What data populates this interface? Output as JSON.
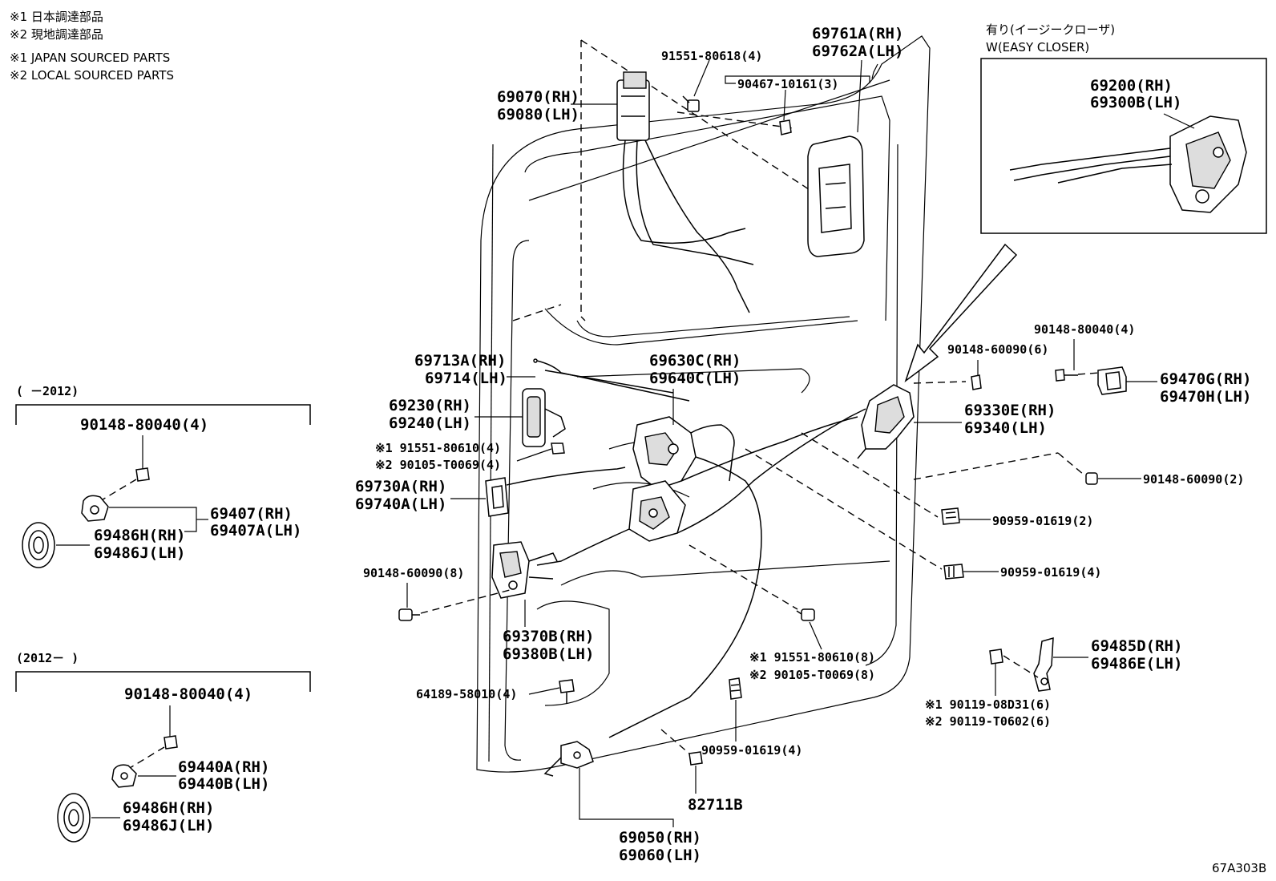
{
  "notes": {
    "jp1": "※1  日本調達部品",
    "jp2": "※2  現地調達部品",
    "en1": "※1  JAPAN SOURCED PARTS",
    "en2": "※2  LOCAL SOURCED PARTS"
  },
  "inset": {
    "title_jp": "有り(イージークローザ)",
    "title_en": "W(EASY CLOSER)",
    "part_rh": "69200(RH)",
    "part_lh": "69300B(LH)"
  },
  "group_pre2012": {
    "range": "(      －2012)",
    "bolt": "90148-80040(4)",
    "assy_rh": "69407(RH)",
    "assy_lh": "69407A(LH)",
    "cover_rh": "69486H(RH)",
    "cover_lh": "69486J(LH)"
  },
  "group_post2012": {
    "range": "(2012－      )",
    "bolt": "90148-80040(4)",
    "assy_rh": "69440A(RH)",
    "assy_lh": "69440B(LH)",
    "cover_rh": "69486H(RH)",
    "cover_lh": "69486J(LH)"
  },
  "labels": {
    "p91551_80618": "91551-80618(4)",
    "p90467_10161": "90467-10161(3)",
    "p69761_rh": "69761A(RH)",
    "p69762_lh": "69762A(LH)",
    "p69070_rh": "69070(RH)",
    "p69080_lh": "69080(LH)",
    "p69713_rh": "69713A(RH)",
    "p69714_lh": "69714(LH)",
    "p69630_rh": "69630C(RH)",
    "p69640_lh": "69640C(LH)",
    "p69230_rh": "69230(RH)",
    "p69240_lh": "69240(LH)",
    "p91551_80610_a": "※1 91551-80610(4)",
    "p90105_t0069_a": "※2 90105-T0069(4)",
    "p69730_rh": "69730A(RH)",
    "p69740_lh": "69740A(LH)",
    "p90148_60090_8": "90148-60090(8)",
    "p69370_rh": "69370B(RH)",
    "p69380_lh": "69380B(LH)",
    "p64189_58010": "64189-58010(4)",
    "p91551_80610_b": "※1 91551-80610(8)",
    "p90105_t0069_b": "※2 90105-T0069(8)",
    "p90959_01619_4b": "90959-01619(4)",
    "p82711b": "82711B",
    "p69050_rh": "69050(RH)",
    "p69060_lh": "69060(LH)",
    "p90148_80040_4": "90148-80040(4)",
    "p90148_60090_6": "90148-60090(6)",
    "p69470_rh": "69470G(RH)",
    "p69470_lh": "69470H(LH)",
    "p69330_rh": "69330E(RH)",
    "p69340_lh": "69340(LH)",
    "p90148_60090_2": "90148-60090(2)",
    "p90959_01619_2": "90959-01619(2)",
    "p90959_01619_4a": "90959-01619(4)",
    "p69485_rh": "69485D(RH)",
    "p69486_lh": "69486E(LH)",
    "p90119_08d31": "※1  90119-08D31(6)",
    "p90119_t0602": "※2  90119-T0602(6)"
  },
  "figure_id": "67A303B"
}
